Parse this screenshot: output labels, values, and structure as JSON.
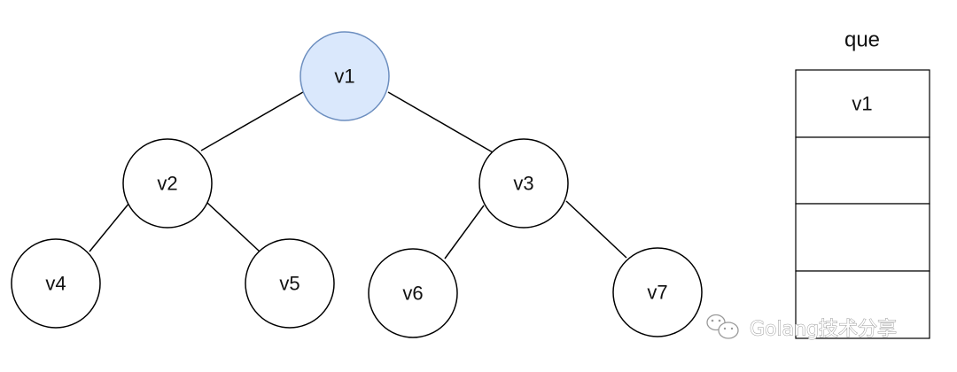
{
  "diagram": {
    "nodes": [
      {
        "id": "v1",
        "label": "v1",
        "highlighted": true
      },
      {
        "id": "v2",
        "label": "v2",
        "highlighted": false
      },
      {
        "id": "v3",
        "label": "v3",
        "highlighted": false
      },
      {
        "id": "v4",
        "label": "v4",
        "highlighted": false
      },
      {
        "id": "v5",
        "label": "v5",
        "highlighted": false
      },
      {
        "id": "v6",
        "label": "v6",
        "highlighted": false
      },
      {
        "id": "v7",
        "label": "v7",
        "highlighted": false
      }
    ],
    "edges": [
      {
        "from": "v1",
        "to": "v2"
      },
      {
        "from": "v1",
        "to": "v3"
      },
      {
        "from": "v2",
        "to": "v4"
      },
      {
        "from": "v2",
        "to": "v5"
      },
      {
        "from": "v3",
        "to": "v6"
      },
      {
        "from": "v3",
        "to": "v7"
      }
    ]
  },
  "queue": {
    "title": "que",
    "cells": [
      "v1",
      "",
      "",
      ""
    ]
  },
  "watermark": {
    "text": "Golang技术分享",
    "icon": "wechat-icon"
  },
  "colors": {
    "highlight_fill": "#dae8fc",
    "highlight_stroke": "#6c8ebf",
    "node_stroke": "#000000",
    "edge_stroke": "#000000"
  }
}
